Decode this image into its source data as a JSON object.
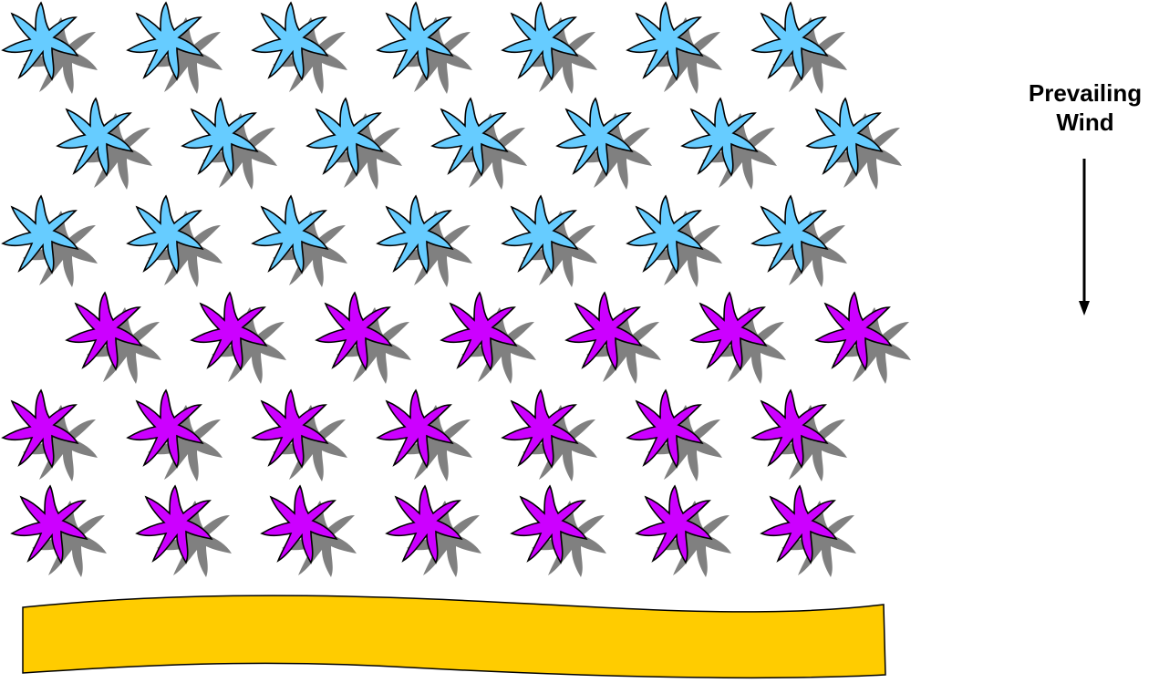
{
  "legend": {
    "line1": "Prevailing",
    "line2": "Wind"
  },
  "wind_arrow": {
    "direction": "down",
    "color": "#000000"
  },
  "plant_rows": [
    {
      "count": 7,
      "color": "#66CCFF"
    },
    {
      "count": 7,
      "color": "#66CCFF"
    },
    {
      "count": 7,
      "color": "#66CCFF"
    },
    {
      "count": 7,
      "color": "#CC00FF"
    },
    {
      "count": 7,
      "color": "#CC00FF"
    },
    {
      "count": 7,
      "color": "#CC00FF"
    }
  ],
  "shadow_color": "#808080",
  "outline_color": "#000000",
  "banner": {
    "color": "#FFCC00"
  }
}
